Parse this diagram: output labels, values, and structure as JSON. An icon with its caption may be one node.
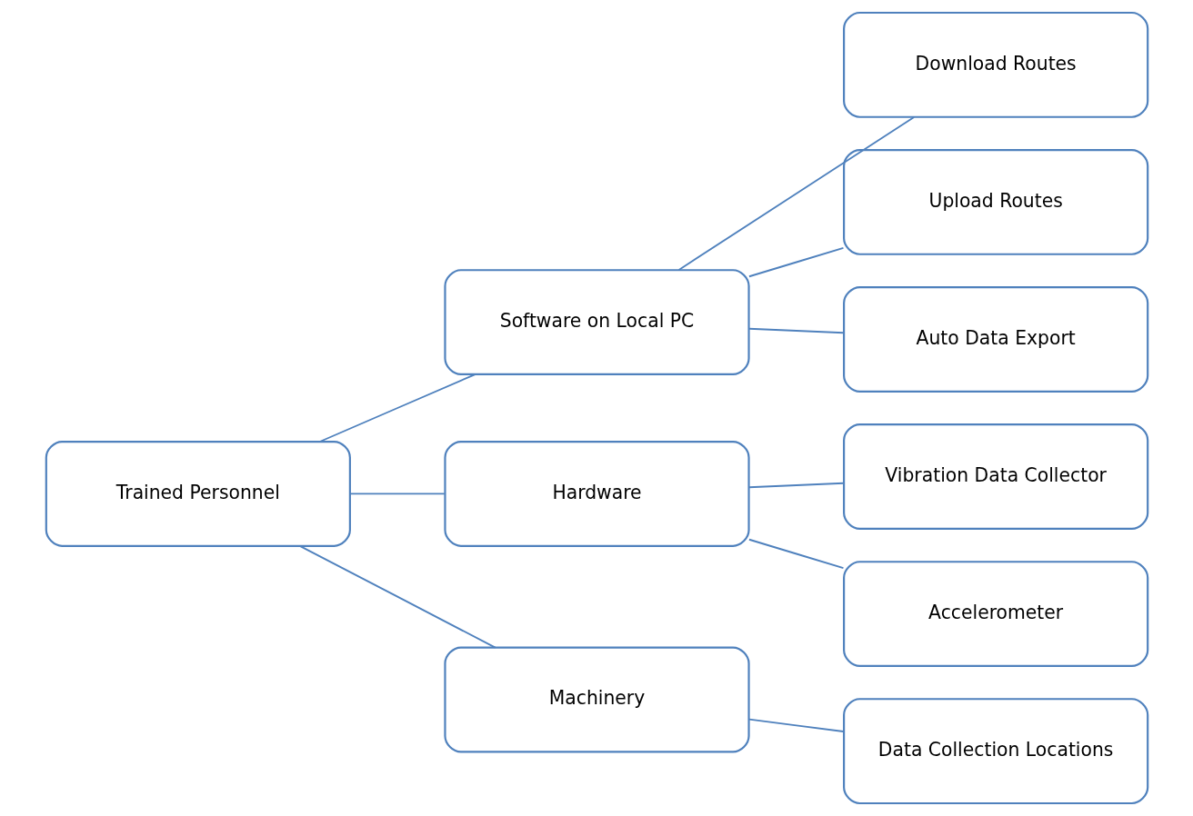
{
  "diagram": {
    "nodes": [
      {
        "text": [
          "Trained Personnel"
        ]
      },
      {
        "text": [
          "Software on Local PC"
        ]
      },
      {
        "text": [
          "Download Routes"
        ]
      },
      {
        "text": [
          "Upload Routes"
        ]
      },
      {
        "text": [
          "Auto Data Export"
        ]
      },
      {
        "text": [
          "Hardware"
        ]
      },
      {
        "text": [
          "Vibration Data Collector"
        ]
      },
      {
        "text": [
          "Accelerometer"
        ]
      },
      {
        "text": [
          "Machinery"
        ]
      },
      {
        "text": [
          "Data Collection Locations"
        ]
      }
    ],
    "edges": [
      {
        "from": 0,
        "to": 1,
        "arrow": "none"
      },
      {
        "from": 0,
        "to": 5,
        "arrow": "none"
      },
      {
        "from": 0,
        "to": 8,
        "arrow": "none"
      },
      {
        "from": 1,
        "to": 2,
        "arrow": "none"
      },
      {
        "from": 1,
        "to": 3,
        "arrow": "none"
      },
      {
        "from": 1,
        "to": 4,
        "arrow": "none"
      },
      {
        "from": 5,
        "to": 6,
        "arrow": "none"
      },
      {
        "from": 5,
        "to": 7,
        "arrow": "none"
      },
      {
        "from": 8,
        "to": 9,
        "arrow": "none"
      }
    ]
  }
}
